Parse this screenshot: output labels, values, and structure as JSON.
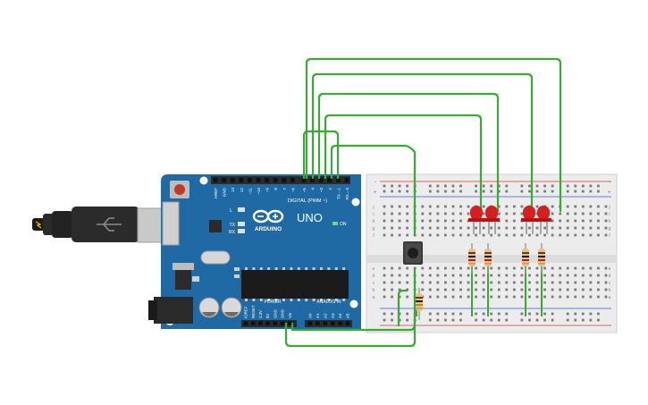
{
  "arduino": {
    "brand_label": "ARDUINO",
    "model_label": "UNO",
    "digital_label": "DIGITAL (PWM ~)",
    "power_label": "POWER",
    "analog_label": "ANALOG IN",
    "on_label": "ON",
    "led_l_label": "L",
    "led_tx_label": "TX",
    "led_rx_label": "RX",
    "digital_pins": [
      "AREF",
      "GND",
      "13",
      "12",
      "~11",
      "~10",
      "~9",
      "8",
      "7",
      "~6",
      "~5",
      "4",
      "~3",
      "2",
      "TX→1",
      "RX←0"
    ],
    "power_pins": [
      "IOREF",
      "RESET",
      "3.3V",
      "5V",
      "GND",
      "GND",
      "Vin"
    ],
    "analog_pins": [
      "A0",
      "A1",
      "A2",
      "A3",
      "A4",
      "A5"
    ]
  },
  "breadboard": {
    "row_letters_top": [
      "j",
      "i",
      "h",
      "g",
      "f"
    ],
    "row_letters_bottom": [
      "e",
      "d",
      "c",
      "b",
      "a"
    ],
    "plus_label": "+",
    "minus_label": "-"
  },
  "colors": {
    "wire": "#3aa935",
    "board": "#1f6aa5",
    "led": "#d81e1e",
    "breadboard": "#ececec"
  }
}
